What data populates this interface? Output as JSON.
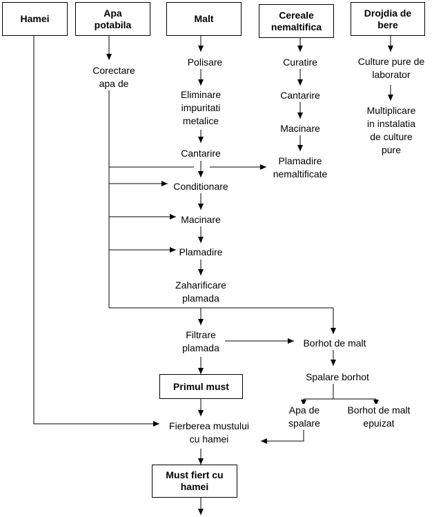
{
  "sources": {
    "hamei": "Hamei",
    "apa": [
      "Apa",
      "potabila"
    ],
    "malt": "Malt",
    "cereale": [
      "Cereale",
      "nemaltifica"
    ],
    "drojdia": [
      "Drojdia de",
      "bere"
    ]
  },
  "water": {
    "corectare": [
      "Corectare",
      "apa de"
    ]
  },
  "malt_chain": {
    "polisare": "Polisare",
    "eliminare": [
      "Eliminare",
      "impuritati",
      "metalice"
    ],
    "cantarire": "Cantarire",
    "conditionare": "Conditionare",
    "macinare": "Macinare",
    "plamadire": "Plamadire",
    "zaharificare": [
      "Zaharificare",
      "plamada"
    ],
    "filtrare": [
      "Filtrare",
      "plamada"
    ]
  },
  "cereale_chain": {
    "curatire": "Curatire",
    "cantarire": "Cantarire",
    "macinare": "Macinare",
    "plamadire": [
      "Plamadire",
      "nemaltificate"
    ]
  },
  "drojdia_chain": {
    "culture": [
      "Culture pure de",
      "laborator"
    ],
    "multiplicare": [
      "Multiplicare",
      "in instalatia",
      "de culture",
      "pure"
    ]
  },
  "borhot": {
    "borhot_malt": "Borhot de malt",
    "spalare": "Spalare borhot",
    "apa_spalare": [
      "Apa de",
      "spalare"
    ],
    "borhot_epuizat": [
      "Borhot de malt",
      "epuizat"
    ]
  },
  "must": {
    "primul": "Primul must",
    "fierberea": [
      "Fierberea mustului",
      "cu hamei"
    ],
    "fiert": [
      "Must fiert cu",
      "hamei"
    ]
  }
}
